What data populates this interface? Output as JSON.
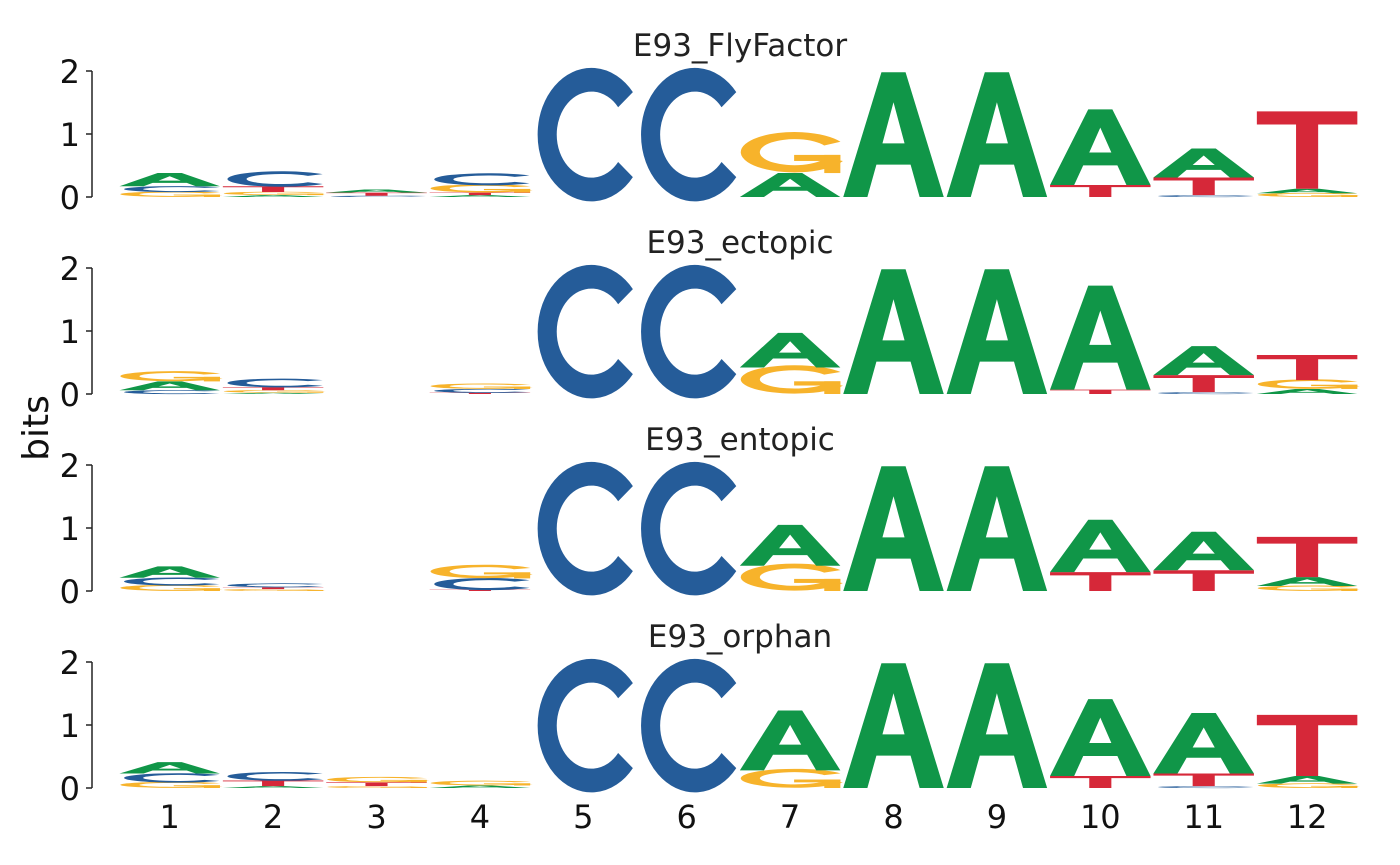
{
  "chart_data": {
    "type": "sequence-logo",
    "ylabel": "bits",
    "ylim": [
      0,
      2
    ],
    "yticks": [
      "0",
      "1",
      "2"
    ],
    "positions": [
      "1",
      "2",
      "3",
      "4",
      "5",
      "6",
      "7",
      "8",
      "9",
      "10",
      "11",
      "12"
    ],
    "colors": {
      "A": "#109648",
      "C": "#255C99",
      "G": "#F7B32B",
      "T": "#D62839"
    },
    "panels": [
      {
        "title": "E93_FlyFactor",
        "columns": [
          [
            [
              "G",
              0.08
            ],
            [
              "C",
              0.09
            ],
            [
              "A",
              0.21
            ]
          ],
          [
            [
              "A",
              0.03
            ],
            [
              "G",
              0.05
            ],
            [
              "T",
              0.09
            ],
            [
              "C",
              0.23
            ]
          ],
          [
            [
              "C",
              0.02
            ],
            [
              "T",
              0.05
            ],
            [
              "A",
              0.05
            ]
          ],
          [
            [
              "A",
              0.03
            ],
            [
              "T",
              0.04
            ],
            [
              "G",
              0.12
            ],
            [
              "C",
              0.18
            ]
          ],
          [
            [
              "C",
              1.98
            ]
          ],
          [
            [
              "C",
              1.98
            ]
          ],
          [
            [
              "A",
              0.38
            ],
            [
              "G",
              0.6
            ]
          ],
          [
            [
              "A",
              1.98
            ]
          ],
          [
            [
              "A",
              1.98
            ]
          ],
          [
            [
              "T",
              0.19
            ],
            [
              "A",
              1.2
            ]
          ],
          [
            [
              "C",
              0.03
            ],
            [
              "T",
              0.28
            ],
            [
              "A",
              0.46
            ]
          ],
          [
            [
              "G",
              0.06
            ],
            [
              "A",
              0.07
            ],
            [
              "T",
              1.23
            ]
          ]
        ]
      },
      {
        "title": "E93_ectopic",
        "columns": [
          [
            [
              "C",
              0.06
            ],
            [
              "A",
              0.14
            ],
            [
              "G",
              0.15
            ]
          ],
          [
            [
              "A",
              0.02
            ],
            [
              "G",
              0.04
            ],
            [
              "T",
              0.05
            ],
            [
              "C",
              0.13
            ]
          ],
          [],
          [
            [
              "T",
              0.02
            ],
            [
              "C",
              0.06
            ],
            [
              "G",
              0.08
            ]
          ],
          [
            [
              "C",
              1.98
            ]
          ],
          [
            [
              "C",
              1.98
            ]
          ],
          [
            [
              "G",
              0.42
            ],
            [
              "A",
              0.55
            ]
          ],
          [
            [
              "A",
              1.98
            ]
          ],
          [
            [
              "A",
              1.98
            ]
          ],
          [
            [
              "T",
              0.07
            ],
            [
              "A",
              1.65
            ]
          ],
          [
            [
              "C",
              0.03
            ],
            [
              "T",
              0.27
            ],
            [
              "A",
              0.46
            ]
          ],
          [
            [
              "A",
              0.08
            ],
            [
              "G",
              0.14
            ],
            [
              "T",
              0.4
            ]
          ]
        ]
      },
      {
        "title": "E93_entopic",
        "columns": [
          [
            [
              "G",
              0.09
            ],
            [
              "C",
              0.12
            ],
            [
              "A",
              0.18
            ]
          ],
          [
            [
              "G",
              0.03
            ],
            [
              "T",
              0.03
            ],
            [
              "C",
              0.06
            ]
          ],
          [],
          [
            [
              "T",
              0.02
            ],
            [
              "C",
              0.18
            ],
            [
              "G",
              0.2
            ]
          ],
          [
            [
              "C",
              1.98
            ]
          ],
          [
            [
              "C",
              1.98
            ]
          ],
          [
            [
              "G",
              0.4
            ],
            [
              "A",
              0.65
            ]
          ],
          [
            [
              "A",
              1.98
            ]
          ],
          [
            [
              "A",
              1.98
            ]
          ],
          [
            [
              "T",
              0.3
            ],
            [
              "A",
              0.83
            ]
          ],
          [
            [
              "T",
              0.33
            ],
            [
              "A",
              0.61
            ]
          ],
          [
            [
              "G",
              0.08
            ],
            [
              "A",
              0.14
            ],
            [
              "T",
              0.64
            ]
          ]
        ]
      },
      {
        "title": "E93_orphan",
        "columns": [
          [
            [
              "G",
              0.09
            ],
            [
              "C",
              0.14
            ],
            [
              "A",
              0.18
            ]
          ],
          [
            [
              "A",
              0.03
            ],
            [
              "T",
              0.09
            ],
            [
              "C",
              0.13
            ]
          ],
          [
            [
              "G",
              0.03
            ],
            [
              "T",
              0.06
            ],
            [
              "G",
              0.08
            ]
          ],
          [
            [
              "A",
              0.04
            ],
            [
              "G",
              0.07
            ]
          ],
          [
            [
              "C",
              1.98
            ]
          ],
          [
            [
              "C",
              1.98
            ]
          ],
          [
            [
              "G",
              0.28
            ],
            [
              "A",
              0.95
            ]
          ],
          [
            [
              "A",
              1.98
            ]
          ],
          [
            [
              "A",
              1.98
            ]
          ],
          [
            [
              "T",
              0.19
            ],
            [
              "A",
              1.22
            ]
          ],
          [
            [
              "C",
              0.03
            ],
            [
              "T",
              0.2
            ],
            [
              "A",
              0.96
            ]
          ],
          [
            [
              "G",
              0.07
            ],
            [
              "A",
              0.12
            ],
            [
              "T",
              0.97
            ]
          ]
        ]
      }
    ]
  }
}
